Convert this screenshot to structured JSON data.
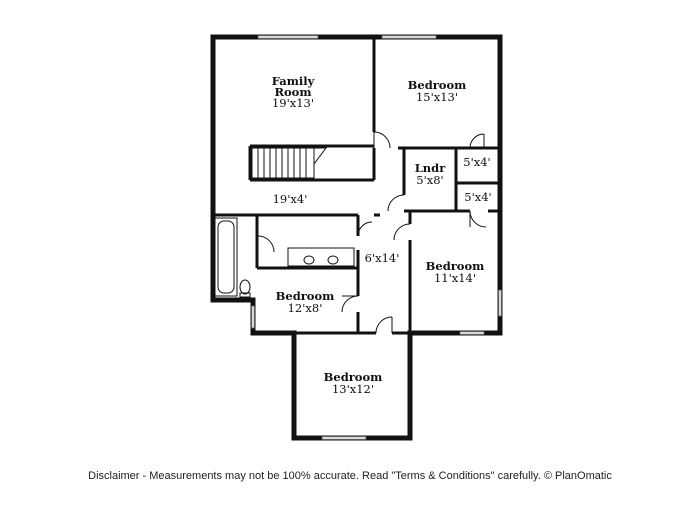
{
  "rooms": {
    "family_room": {
      "name_line1": "Family",
      "name_line2": "Room",
      "size": "19'x13'"
    },
    "bedroom_top_right": {
      "name": "Bedroom",
      "size": "15'x13'"
    },
    "laundry": {
      "name": "Lndr",
      "size": "5'x8'"
    },
    "closet_upper": {
      "size": "5'x4'"
    },
    "closet_lower": {
      "size": "5'x4'"
    },
    "loft": {
      "size": "19'x4'"
    },
    "hallway": {
      "size": "6'x14'"
    },
    "bedroom_right": {
      "name": "Bedroom",
      "size": "11'x14'"
    },
    "bedroom_middle": {
      "name": "Bedroom",
      "size": "12'x8'"
    },
    "bedroom_bottom": {
      "name": "Bedroom",
      "size": "13'x12'"
    }
  },
  "disclaimer": "Disclaimer - Measurements may not be 100% accurate. Read \"Terms & Conditions\" carefully. © PlanOmatic",
  "colors": {
    "wall": "#111111",
    "interior_wall": "#111111",
    "window": "#cccccc",
    "background": "#ffffff"
  }
}
